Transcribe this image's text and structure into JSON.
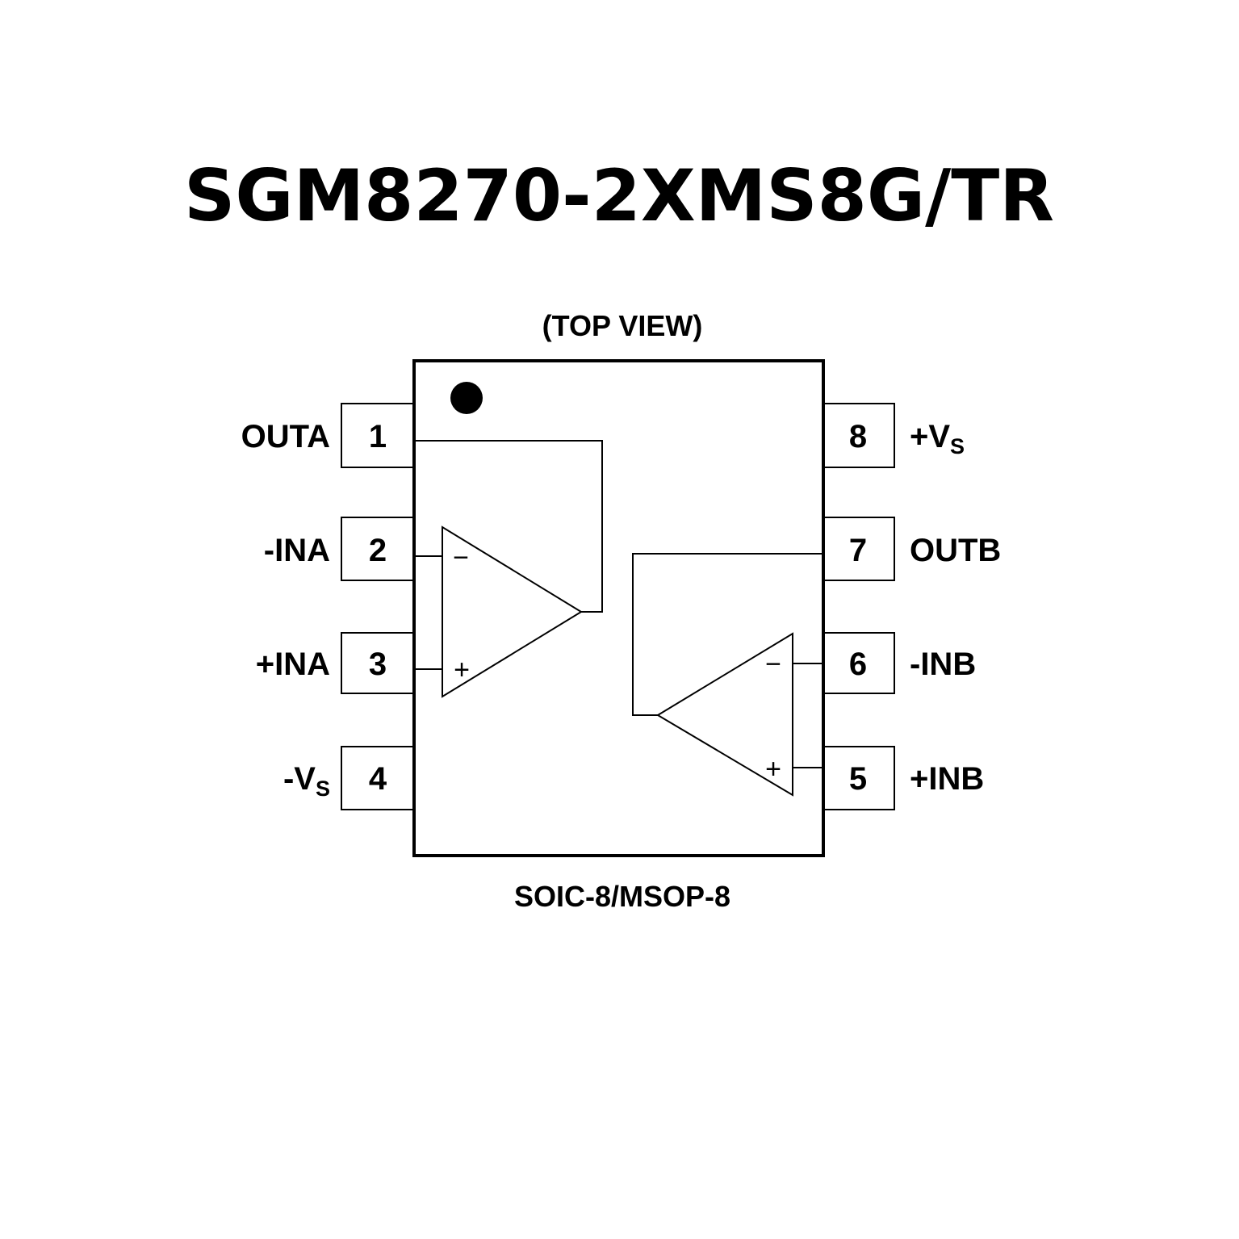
{
  "title": "SGM8270-2XMS8G/TR",
  "view_label": "(TOP VIEW)",
  "package_label": "SOIC-8/MSOP-8",
  "pins": {
    "p1": {
      "number": "1",
      "name": "OUTA"
    },
    "p2": {
      "number": "2",
      "name": "-INA"
    },
    "p3": {
      "number": "3",
      "name": "+INA"
    },
    "p4": {
      "number": "4",
      "name": "-V",
      "sub": "S"
    },
    "p5": {
      "number": "5",
      "name": "+INB"
    },
    "p6": {
      "number": "6",
      "name": "-INB"
    },
    "p7": {
      "number": "7",
      "name": "OUTB"
    },
    "p8": {
      "number": "8",
      "name": "+V",
      "sub": "S"
    }
  },
  "opamp_signs": {
    "minus": "−",
    "plus": "+"
  }
}
